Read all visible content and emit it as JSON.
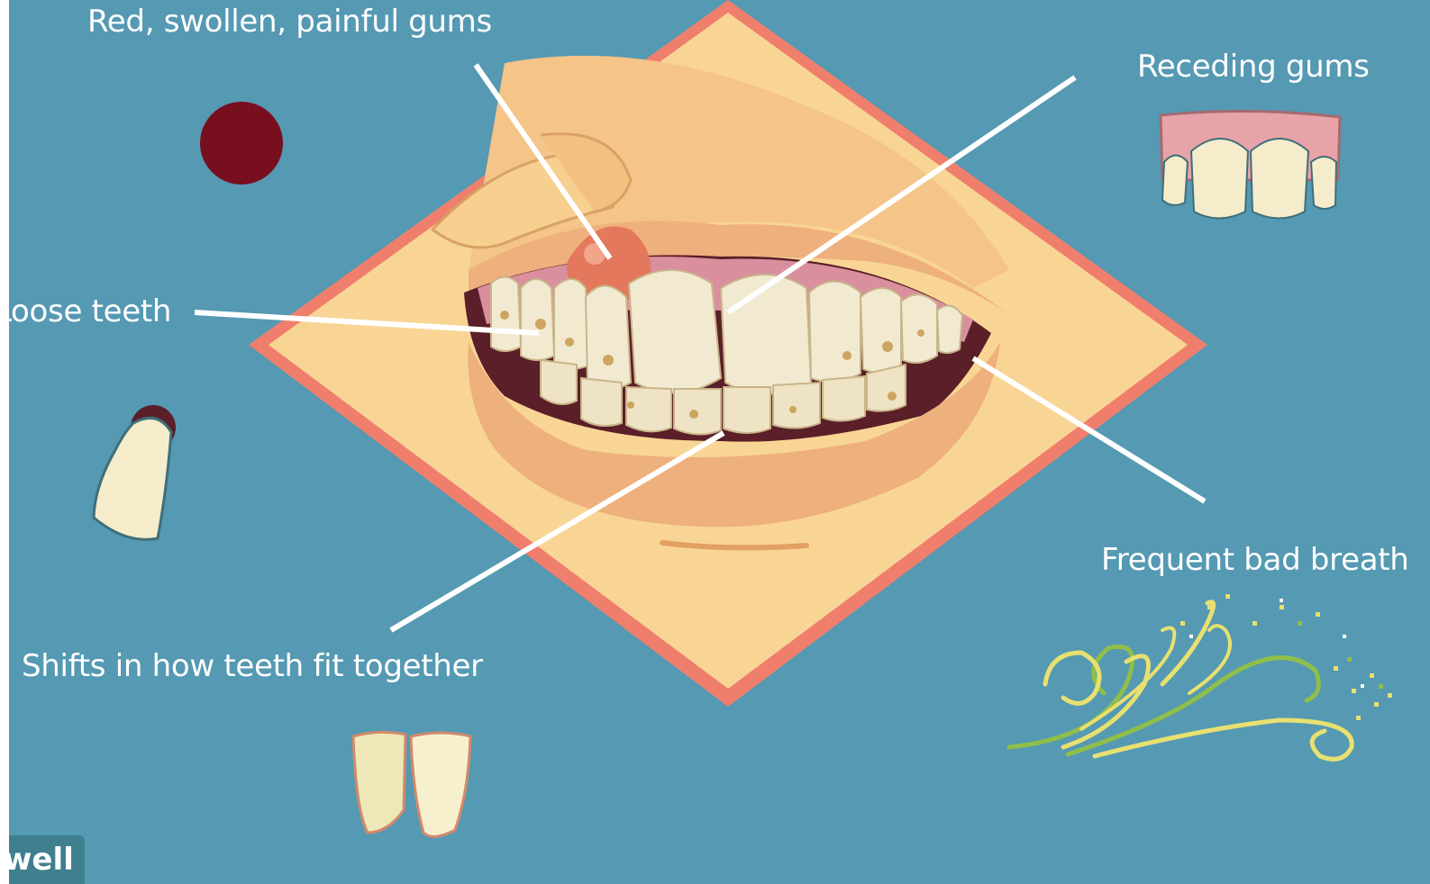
{
  "labels": {
    "red_swollen_gums": "Red, swollen, painful gums",
    "receding_gums": "Receding gums",
    "loose_teeth": "Loose teeth",
    "bad_breath": "Frequent bad breath",
    "bite_shift": "Shifts in how teeth fit together"
  },
  "logo": {
    "text": "well"
  },
  "colors": {
    "background": "#5599b3",
    "diamond_border": "#ef7f6c",
    "diamond_fill": "#f9d595",
    "lip": "#eeb07d",
    "gum": "#d98f9d",
    "tooth": "#f2ead0",
    "tooth_stain": "#c79a4e",
    "red_dot": "#780f1f",
    "leader_line": "#ffffff",
    "breath_swirl": "#e8e070"
  },
  "icons": [
    "red-dot-icon",
    "loose-tooth-icon",
    "receding-gums-icon",
    "shifted-teeth-icon",
    "breath-swirl-icon"
  ]
}
